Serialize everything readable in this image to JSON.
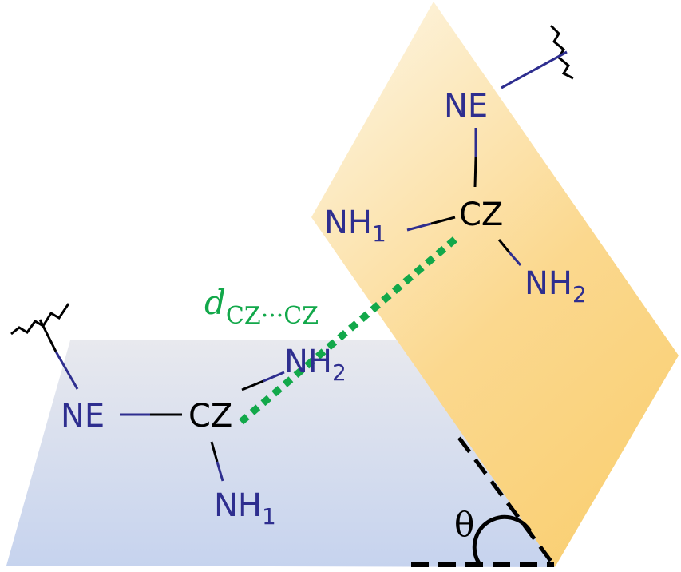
{
  "colors": {
    "nitrogen": "#2e2e8f",
    "carbon": "#000000",
    "distance": "#12a84a",
    "plane_blue": "#c9d4ea",
    "plane_orange": "#fbd27a"
  },
  "upper_residue": {
    "ne": "NE",
    "cz": "CZ",
    "nh1": "NH",
    "nh1_sub": "1",
    "nh2": "NH",
    "nh2_sub": "2"
  },
  "lower_residue": {
    "ne": "NE",
    "cz": "CZ",
    "nh1": "NH",
    "nh1_sub": "1",
    "nh2": "NH",
    "nh2_sub": "2"
  },
  "distance_label": {
    "symbol": "d",
    "subscript": "CZ···CZ"
  },
  "angle_label": "θ"
}
